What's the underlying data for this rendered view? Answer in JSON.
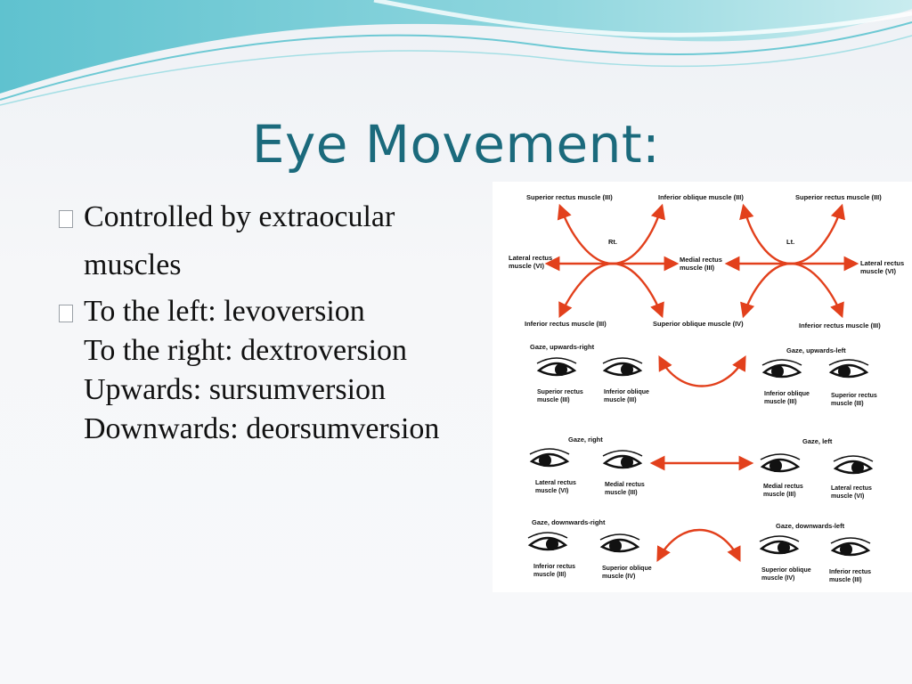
{
  "slide": {
    "title": "Eye Movement:",
    "bullets": [
      {
        "lines": [
          "Controlled by extraocular",
          "muscles"
        ]
      },
      {
        "lines": [
          "To the left: levoversion",
          "To the right: dextroversion",
          "Upwards: sursumversion",
          "Downwards: deorsumversion"
        ]
      }
    ]
  },
  "figure": {
    "top_labels": {
      "sup_rect_left": "Superior rectus muscle (III)",
      "inf_obl": "Inferior oblique muscle (III)",
      "sup_rect_right": "Superior rectus muscle (III)",
      "rt": "Rt.",
      "lt": "Lt.",
      "lat_rect_left_1": "Lateral rectus",
      "lat_rect_left_2": "muscle (VI)",
      "med_rect_1": "Medial rectus",
      "med_rect_2": "muscle (III)",
      "lat_rect_right_1": "Lateral rectus",
      "lat_rect_right_2": "muscle (VI)",
      "inf_rect": "Inferior rectus muscle (III)",
      "sup_obl": "Superior oblique muscle (IV)",
      "inf_rect_right": "Inferior rectus muscle (III)"
    },
    "gaze": {
      "up_right": "Gaze, upwards-right",
      "up_left": "Gaze, upwards-left",
      "right": "Gaze, right",
      "left": "Gaze, left",
      "down_right": "Gaze, downwards-right",
      "down_left": "Gaze, downwards-left"
    },
    "row1": {
      "a1": "Superior rectus",
      "a2": "muscle (III)",
      "b1": "Inferior oblique",
      "b2": "muscle (III)",
      "c1": "Inferior oblique",
      "c2": "muscle (III)",
      "d1": "Superior rectus",
      "d2": "muscle (III)"
    },
    "row2": {
      "a1": "Lateral rectus",
      "a2": "muscle (VI)",
      "b1": "Medial rectus",
      "b2": "muscle (III)",
      "c1": "Medial rectus",
      "c2": "muscle (III)",
      "d1": "Lateral rectus",
      "d2": "muscle (VI)"
    },
    "row3": {
      "a1": "Inferior rectus",
      "a2": "muscle (III)",
      "b1": "Superior oblique",
      "b2": "muscle (IV)",
      "c1": "Superior oblique",
      "c2": "muscle (IV)",
      "d1": "Inferior rectus",
      "d2": "muscle (III)"
    },
    "arrow_color": "#e2401c"
  },
  "colors": {
    "title": "#1b6a7c",
    "text": "#111111"
  }
}
